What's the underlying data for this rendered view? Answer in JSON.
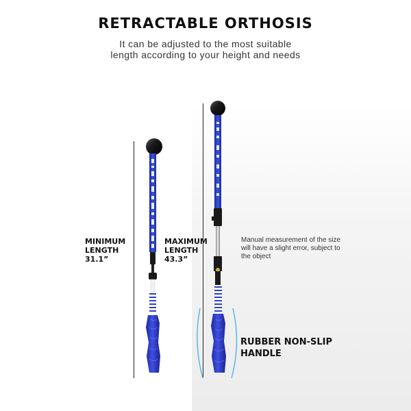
{
  "header": {
    "title": "RETRACTABLE ORTHOSIS",
    "subtitle_line1": "It can be adjusted to the most suitable",
    "subtitle_line2": "length according to your height and needs"
  },
  "min_label": {
    "line1": "MINIMUM",
    "line2": "LENGTH",
    "line3": "31.1”"
  },
  "max_label": {
    "line1": "MAXIMUM",
    "line2": "LENGTH",
    "line3": "43.3”"
  },
  "note": {
    "text": "Manual measurement of the size will have a slight error, subject to the object"
  },
  "handle": {
    "line1": "RUBBER NON-SLIP",
    "line2": "HANDLE"
  },
  "colors": {
    "shaft_blue": "#2a3fc4",
    "grip_blue": "#2d3ab8",
    "ball_black": "#1a1a1a",
    "accent_cyan": "#4fb3e8"
  },
  "icons": {
    "short_trainer": "golf-swing-trainer-short-image",
    "long_trainer": "golf-swing-trainer-extended-image"
  }
}
